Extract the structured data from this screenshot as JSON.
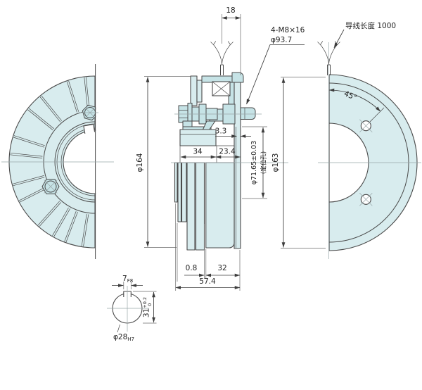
{
  "drawing_type": "engineering-drawing-electromagnetic-clutch",
  "colors": {
    "part_fill": "#d8ecee",
    "part_fill_dark": "#c6e3e6",
    "outline": "#4a4a4a",
    "centerline": "#98a6a8",
    "dimension": "#3c3c3c",
    "background": "#ffffff"
  },
  "symbols": {
    "wire_lead_icon": "forked-wire-y",
    "positioning_hole_icon": "circle-with-diagonal-cross",
    "bolt_icon": "hex-bolt-with-circle"
  },
  "top_labels": {
    "wire_offset": "18",
    "tap_callout_line1": "4-M8×16",
    "tap_callout_line2": "φ93.7",
    "wire_length_note": "导线长度 1000"
  },
  "left_view": {
    "outer_dia": "φ164"
  },
  "side_view": {
    "flange_gap": "3.3",
    "hub_width": "34",
    "recess_width": "23.4",
    "pilot_dia": "φ71.65±0.03",
    "pilot_note": "(定位孔)",
    "air_gap": "0.8",
    "rotor_width": "32",
    "total_width": "57.4"
  },
  "right_view": {
    "outer_dia": "φ163",
    "hole_angle": "45°"
  },
  "shaft_detail": {
    "keyway_width": "7",
    "keyway_width_fit": "F8",
    "keyway_height": "31",
    "keyway_tol_upper": "+0.2",
    "keyway_tol_lower": "0",
    "bore_dia": "φ28",
    "bore_fit": "H7"
  }
}
